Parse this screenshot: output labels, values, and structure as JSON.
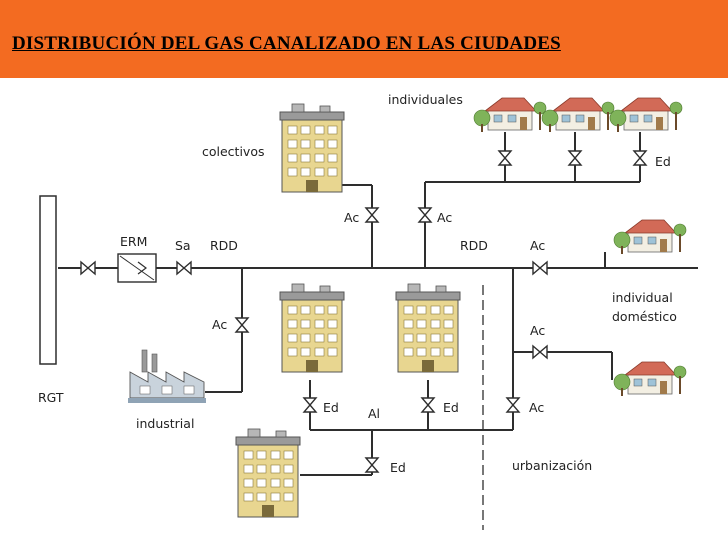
{
  "title": "DISTRIBUCIÓN DEL GAS CANALIZADO EN LAS CIUDADES",
  "colors": {
    "banner": "#f36b21",
    "pipe": "#2e2e2e",
    "building": "#e8d690",
    "roof": "#d26a57",
    "tree": "#7fb35a"
  },
  "labels": {
    "rgt": "RGT",
    "erm": "ERM",
    "sa": "Sa",
    "rdd": "RDD",
    "ac": "Ac",
    "ed": "Ed",
    "al": "Al",
    "colectivos": "colectivos",
    "individuales": "individuales",
    "individual": "individual",
    "domestico": "doméstico",
    "industrial": "industrial",
    "urbanizacion": "urbanización"
  },
  "icons": [
    "valve-icon",
    "building-icon",
    "house-icon",
    "factory-icon",
    "regulator-icon"
  ]
}
